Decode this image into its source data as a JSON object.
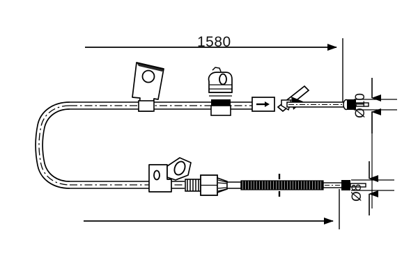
{
  "drawing": {
    "title": "Brake cable technical drawing",
    "background_color": "#ffffff",
    "line_color": "#000000",
    "dimensions": {
      "overall_length": {
        "value": "1580",
        "name": "overall-length",
        "unit": "mm"
      },
      "top_end_diameter": {
        "value": "Ø10",
        "name": "top-end-diameter",
        "unit": "mm"
      },
      "bottom_end_diameter": {
        "value": "Ø8",
        "name": "bottom-end-diameter",
        "unit": "mm"
      },
      "bottom_reference": {
        "value": "",
        "name": "bottom-reference-length"
      }
    },
    "components": {
      "cable_loop": "u-shaped-cable-loop",
      "upper_bracket": "tilted-mounting-bracket-with-hole",
      "upper_clip": "ribbed-collar-clip-fitting",
      "upper_sleeve": "arrow-marked-sleeve",
      "upper_lever": "angled-lever-clip",
      "upper_terminal": "rod-end-terminal",
      "lower_bracket": "double-hole-mounting-bracket",
      "lower_adjuster": "threaded-hex-adjuster",
      "lower_spring": "coiled-spring-sheath",
      "lower_terminal": "rod-end-terminal"
    }
  }
}
